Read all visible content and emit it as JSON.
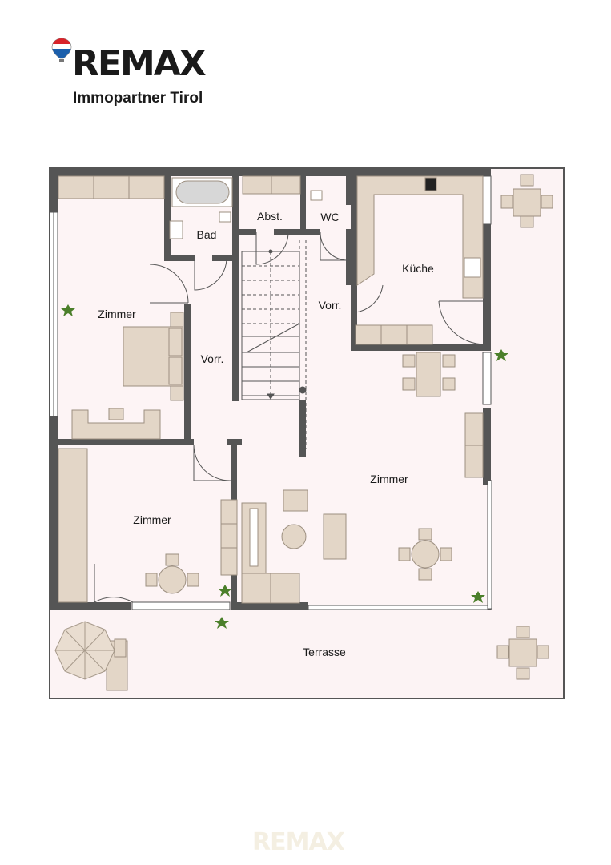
{
  "logo": {
    "brand": "REMAX",
    "subtitle": "Immopartner Tirol",
    "colors": {
      "red": "#d8232a",
      "blue": "#1b5fab",
      "black": "#1a1a1a"
    }
  },
  "rooms": {
    "bad": "Bad",
    "abst": "Abst.",
    "wc": "WC",
    "kueche": "Küche",
    "zimmer_top_left": "Zimmer",
    "vorr_left": "Vorr.",
    "vorr_right": "Vorr.",
    "zimmer_bottom_left": "Zimmer",
    "zimmer_large": "Zimmer",
    "terrasse": "Terrasse"
  },
  "watermark": "REMAX",
  "colors": {
    "wall": "#555555",
    "floor": "#fcf3f4",
    "furniture": "#e3d6c7",
    "furniture_stroke": "#9c8f80",
    "plant": "#4b7f2a"
  }
}
